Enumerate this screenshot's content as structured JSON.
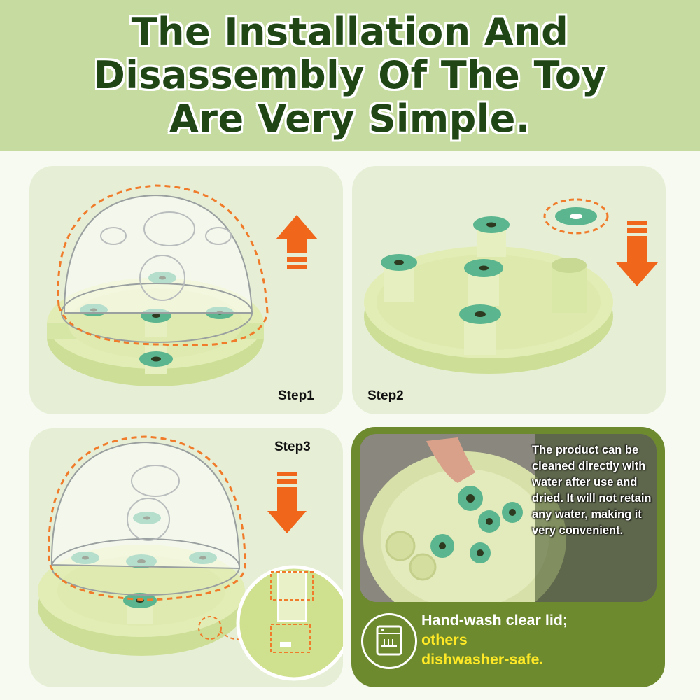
{
  "header": {
    "line1": "The Installation And",
    "line2": "Disassembly Of The Toy",
    "line3": "Are Very Simple."
  },
  "steps": {
    "step1": "Step1",
    "step2": "Step2",
    "step3": "Step3"
  },
  "cleaning": {
    "text": "The product can be cleaned directly with water after use and dried. It will not retain any water, making it very convenient.",
    "hand_wash": "Hand-wash clear lid;",
    "others": "others",
    "dishwasher": "dishwasher-safe."
  },
  "icons": {
    "up_arrow": "arrow-up-icon",
    "down_arrow": "arrow-down-icon",
    "dishwasher": "dishwasher-icon"
  },
  "colors": {
    "header_bg": "#c5dba0",
    "title_text": "#1f4614",
    "arrow": "#f0661a",
    "base_green": "#d8e6a8",
    "pin_teal": "#5bb58f",
    "panel_dark": "#6d8a2e",
    "highlight_yellow": "#ffe926"
  }
}
